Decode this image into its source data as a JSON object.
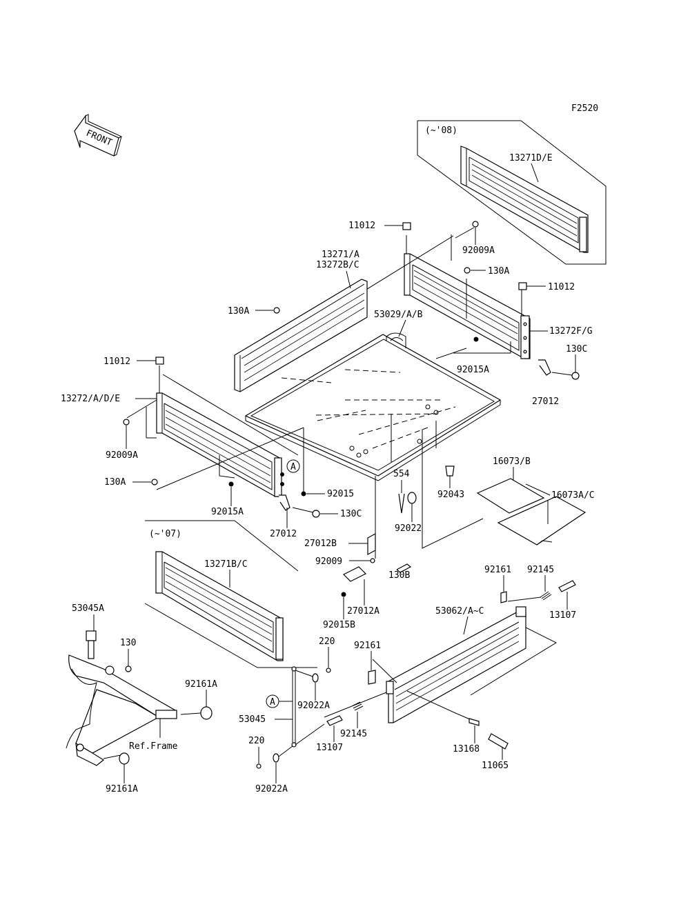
{
  "figure_code": "F2520",
  "front_label": "FRONT",
  "ref_label": "Ref.Frame",
  "group_labels": {
    "y08": "(~'08)",
    "y07": "(~'07)"
  },
  "marker": "A",
  "labels": {
    "l11012_top": "11012",
    "l92009A_top": "92009A",
    "l13271DE": "13271D/E",
    "l130A_r": "130A",
    "l11012_r": "11012",
    "l13271A": "13271/A",
    "l13272BC": "13272B/C",
    "l130A_top": "130A",
    "l53029": "53029/A/B",
    "l13272FG": "13272F/G",
    "l130C_r": "130C",
    "l92015A_r": "92015A",
    "l27012_r": "27012",
    "l11012_l": "11012",
    "l13272ADE": "13272/A/D/E",
    "l92009A_l": "92009A",
    "l130A_l": "130A",
    "l92015": "92015",
    "l92015A_b": "92015A",
    "l130C_b": "130C",
    "l27012_b": "27012",
    "l554": "554",
    "l92043": "92043",
    "l16073B": "16073/B",
    "l16073AC": "16073A/C",
    "l92022": "92022",
    "l27012B": "27012B",
    "l92009": "92009",
    "l130B": "130B",
    "l27012A": "27012A",
    "l92015B": "92015B",
    "l13271BC": "13271B/C",
    "l53045A": "53045A",
    "l130": "130",
    "l92161A_t": "92161A",
    "l92161A_b": "92161A",
    "l220_t": "220",
    "l92022A_t": "92022A",
    "l53045": "53045",
    "l220_b": "220",
    "l92022A_b": "92022A",
    "l92161_t": "92161",
    "l92145_t": "92145",
    "l13107_r": "13107",
    "l53062": "53062/A~C",
    "l92161_m": "92161",
    "l92145_m": "92145",
    "l13107_m": "13107",
    "l13168": "13168",
    "l11065": "11065"
  }
}
